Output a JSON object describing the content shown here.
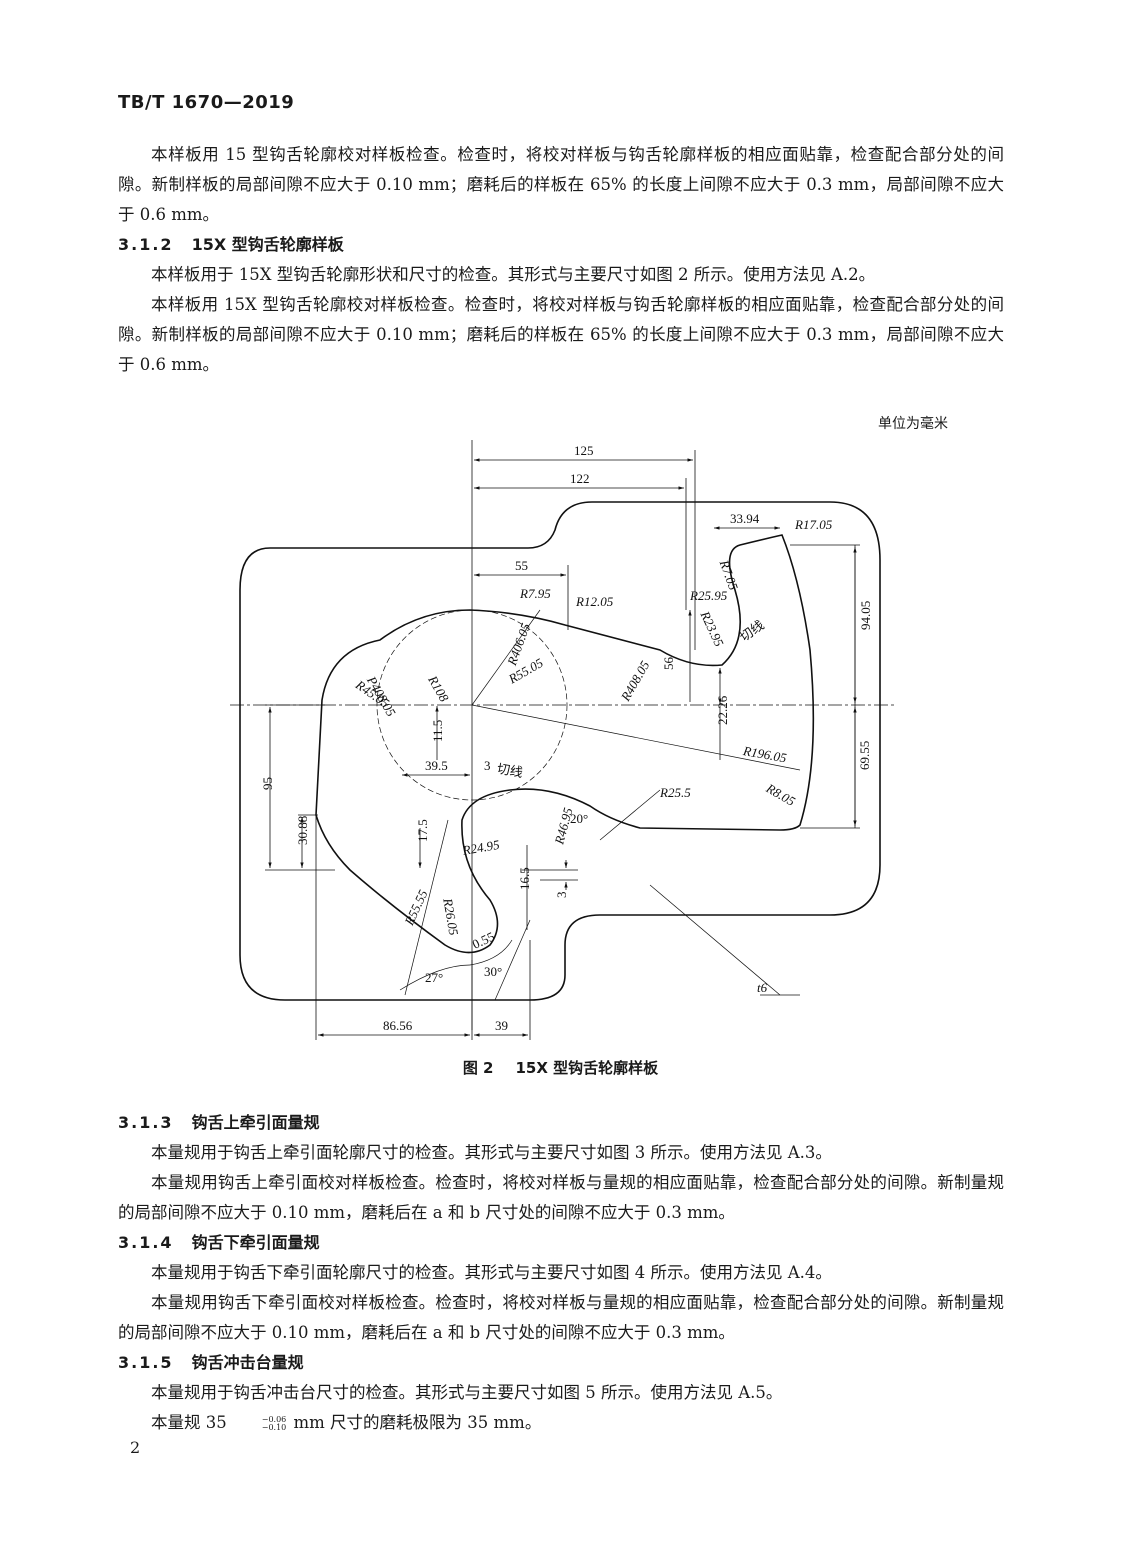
{
  "header": "TB/T 1670—2019",
  "paras_top": [
    "本样板用 15 型钩舌轮廓校对样板检查。检查时，将校对样板与钩舌轮廓样板的相应面贴靠，检查配合部分处的间隙。新制样板的局部间隙不应大于 0.10 mm；磨耗后的样板在 65% 的长度上间隙不应大于 0.3 mm，局部间隙不应大于 0.6 mm。"
  ],
  "sec_312": {
    "num": "3.1.2",
    "title": "15X 型钩舌轮廓样板"
  },
  "paras_312": [
    "本样板用于 15X 型钩舌轮廓形状和尺寸的检查。其形式与主要尺寸如图 2 所示。使用方法见 A.2。",
    "本样板用 15X 型钩舌轮廓校对样板检查。检查时，将校对样板与钩舌轮廓样板的相应面贴靠，检查配合部分处的间隙。新制样板的局部间隙不应大于 0.10 mm；磨耗后的样板在 65% 的长度上间隙不应大于 0.3 mm，局部间隙不应大于 0.6 mm。"
  ],
  "unit_note": "单位为毫米",
  "figure": {
    "dims": {
      "d125": "125",
      "d122": "122",
      "d3394": "33.94",
      "r1705": "R17.05",
      "r705": "R7.05",
      "d55": "55",
      "r795": "R7.95",
      "r1205": "R12.05",
      "r2595": "R25.95",
      "r2395": "R23.95",
      "tangent": "切线",
      "r40605": "R406.05",
      "r5505": "R55.05",
      "r40805": "R408.05",
      "d56": "56",
      "d9405": "94.05",
      "r108": "R108",
      "p40805": "P408.05",
      "r4505": "R45.05",
      "d2226": "22.26",
      "d115": "11.5",
      "d395": "39.5",
      "d3": "3",
      "r19605": "R196.05",
      "d6955": "69.55",
      "d95": "95",
      "r2551": "R25.5",
      "r805": "R8.05",
      "a20": "20°",
      "d3088": "30.88",
      "d175": "17.5",
      "r2495": "R24.95",
      "r4695": "R46.95",
      "d165": "16.5",
      "d3b": "3",
      "r5555": "R55.55",
      "r2605": "R26.05",
      "d055": "0.55",
      "a27": "27°",
      "a30": "30°",
      "t6": "t6",
      "d8656": "86.56",
      "d39": "39"
    }
  },
  "caption": {
    "figno": "图 2",
    "title": "15X 型钩舌轮廓样板"
  },
  "sec_313": {
    "num": "3.1.3",
    "title": "钩舌上牵引面量规"
  },
  "paras_313": [
    "本量规用于钩舌上牵引面轮廓尺寸的检查。其形式与主要尺寸如图 3 所示。使用方法见 A.3。",
    "本量规用钩舌上牵引面校对样板检查。检查时，将校对样板与量规的相应面贴靠，检查配合部分处的间隙。新制量规的局部间隙不应大于 0.10 mm，磨耗后在 a 和 b 尺寸处的间隙不应大于 0.3 mm。"
  ],
  "sec_314": {
    "num": "3.1.4",
    "title": "钩舌下牵引面量规"
  },
  "paras_314": [
    "本量规用于钩舌下牵引面轮廓尺寸的检查。其形式与主要尺寸如图 4 所示。使用方法见 A.4。",
    "本量规用钩舌下牵引面校对样板检查。检查时，将校对样板与量规的相应面贴靠，检查配合部分处的间隙。新制量规的局部间隙不应大于 0.10 mm，磨耗后在 a 和 b 尺寸处的间隙不应大于 0.3 mm。"
  ],
  "sec_315": {
    "num": "3.1.5",
    "title": "钩舌冲击台量规"
  },
  "paras_315": {
    "p1": "本量规用于钩舌冲击台尺寸的检查。其形式与主要尺寸如图 5 所示。使用方法见 A.5。",
    "p2_pre": "本量规 35",
    "tol_upper": "−0.06",
    "tol_lower": "−0.10",
    "p2_post": " mm 尺寸的磨耗极限为 35 mm。"
  },
  "page_number": "2"
}
